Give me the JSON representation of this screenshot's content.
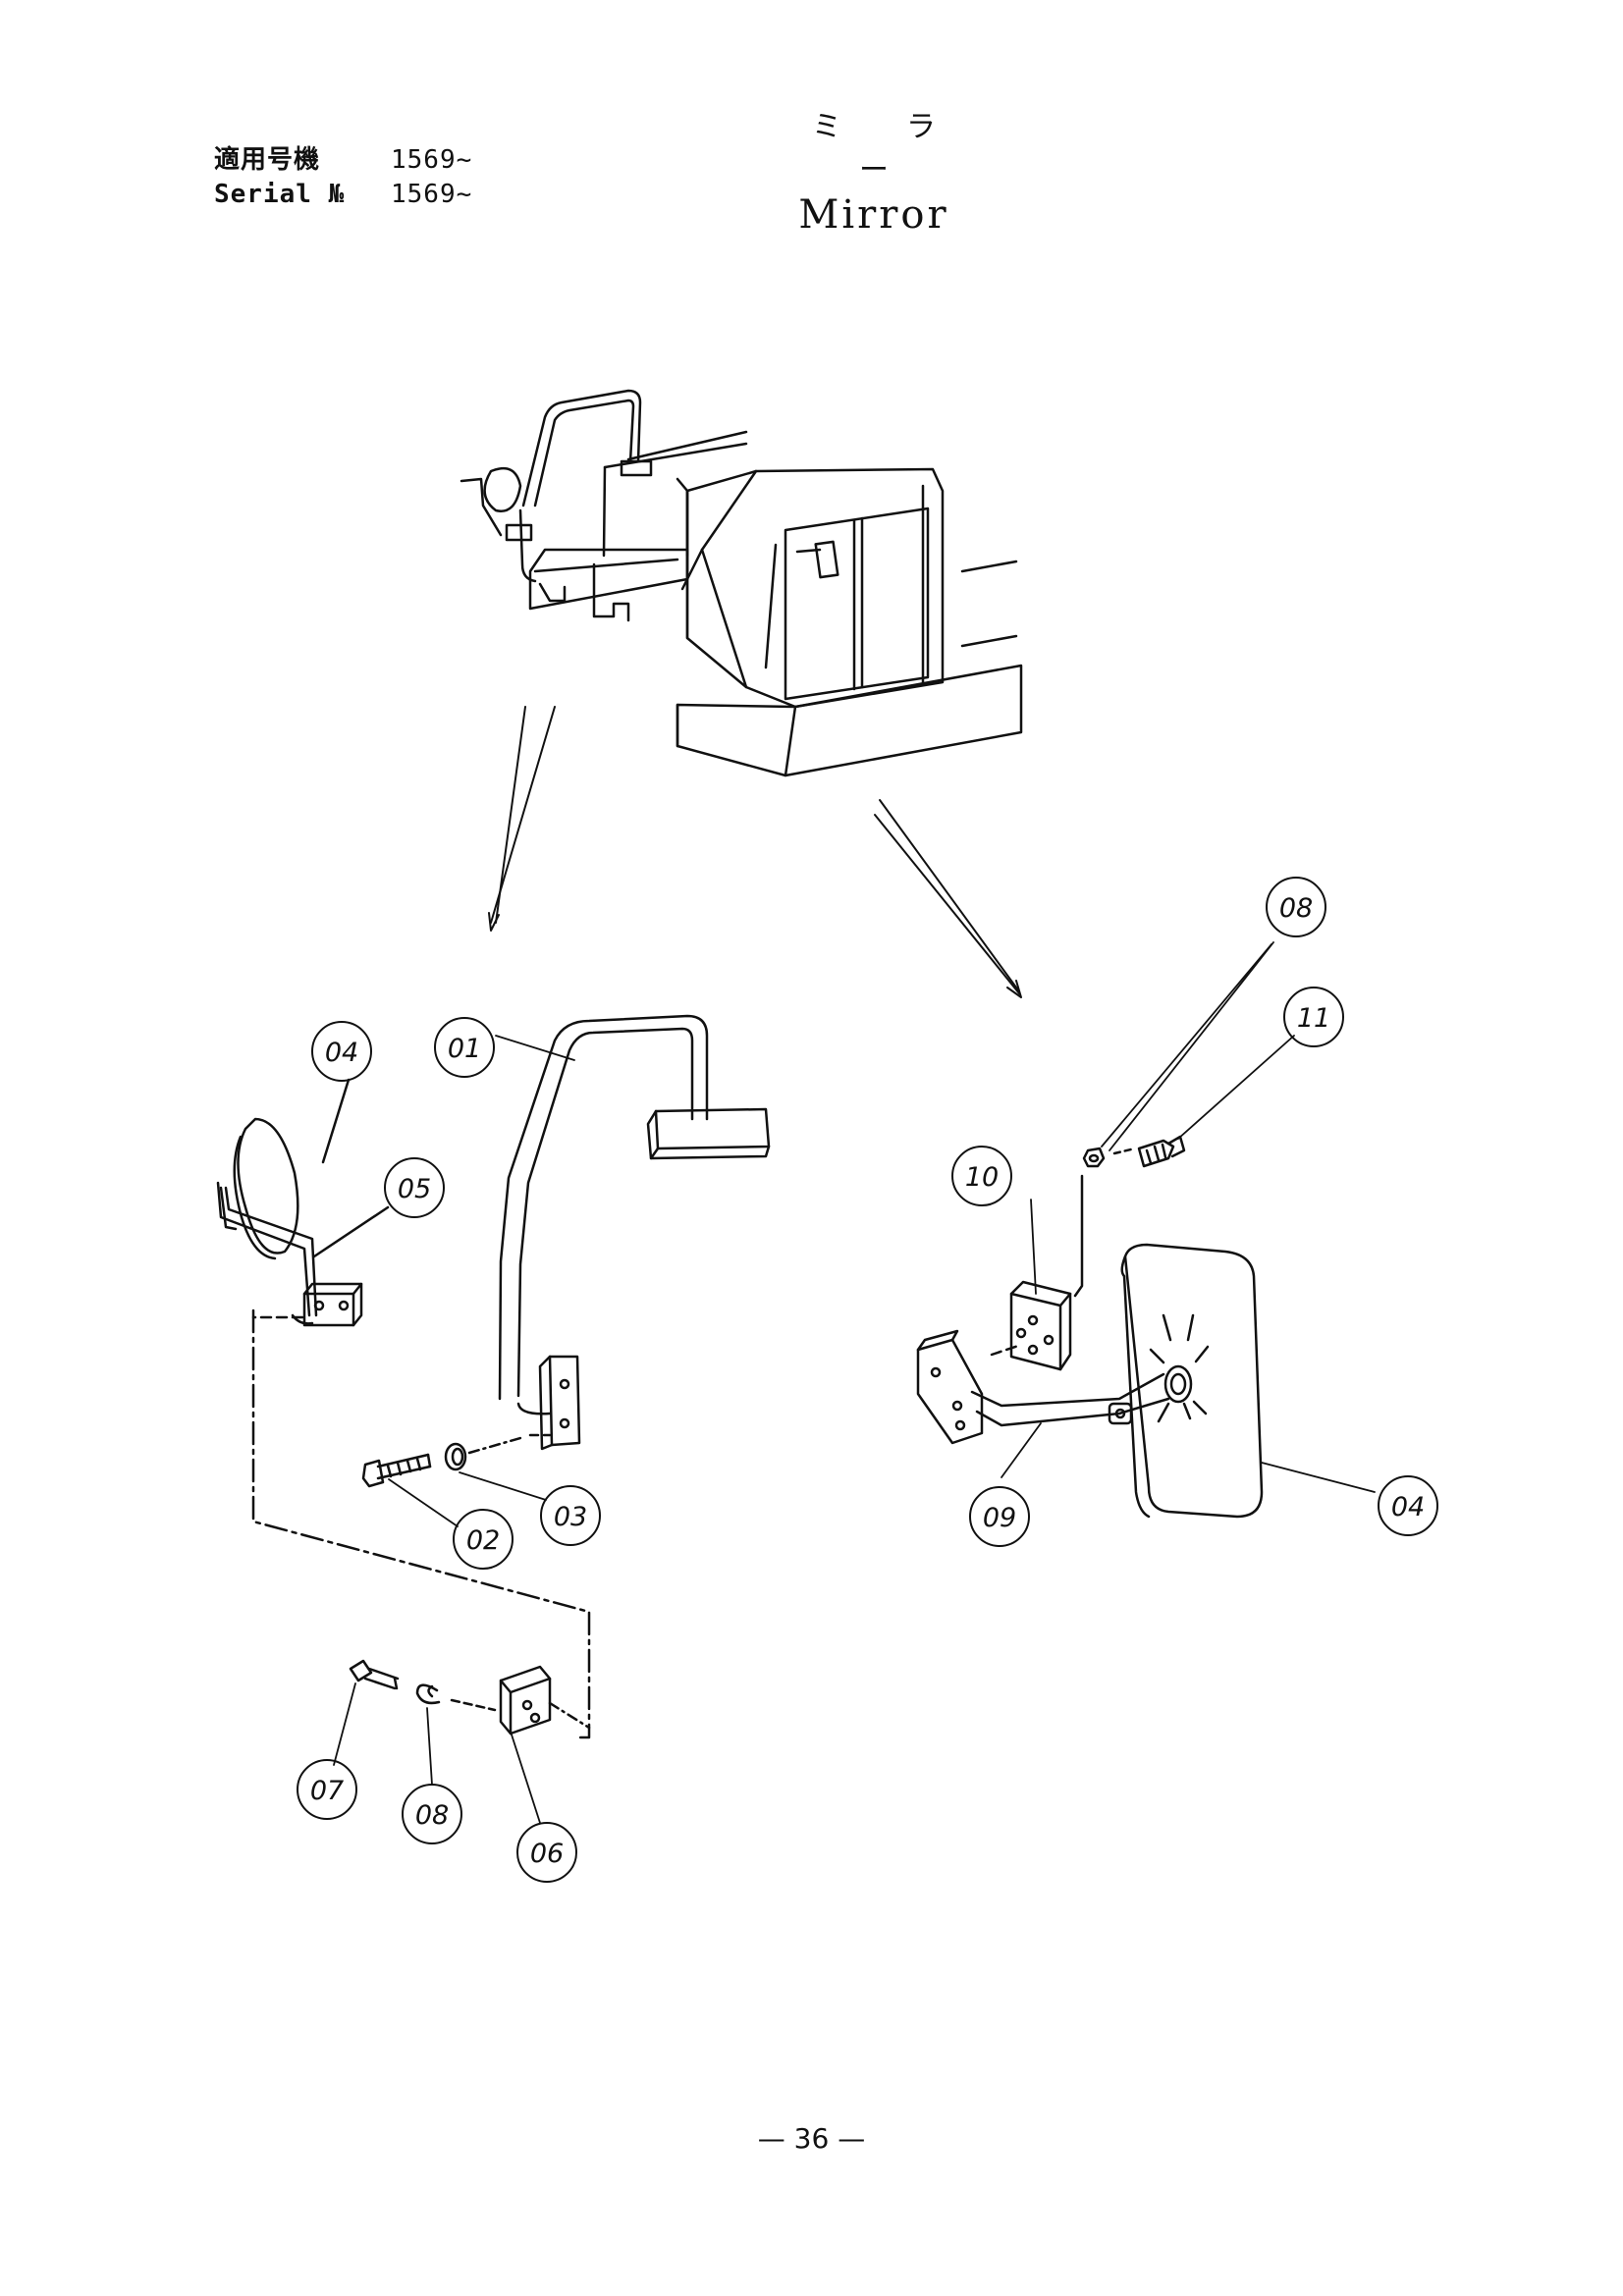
{
  "header": {
    "applicable_label": "適用号機",
    "applicable_value": "1569~",
    "serial_label": "Serial №",
    "serial_value": "1569~",
    "title_jp": "ミ ラ ー",
    "title_en": "Mirror"
  },
  "callouts": {
    "c01": "01",
    "c02": "02",
    "c03": "03",
    "c04_left": "04",
    "c05": "05",
    "c06": "06",
    "c07": "07",
    "c08_left": "08",
    "c08_right": "08",
    "c09": "09",
    "c10": "10",
    "c11": "11",
    "c04_right": "04"
  },
  "footer": {
    "page_number": "— 36 —"
  }
}
